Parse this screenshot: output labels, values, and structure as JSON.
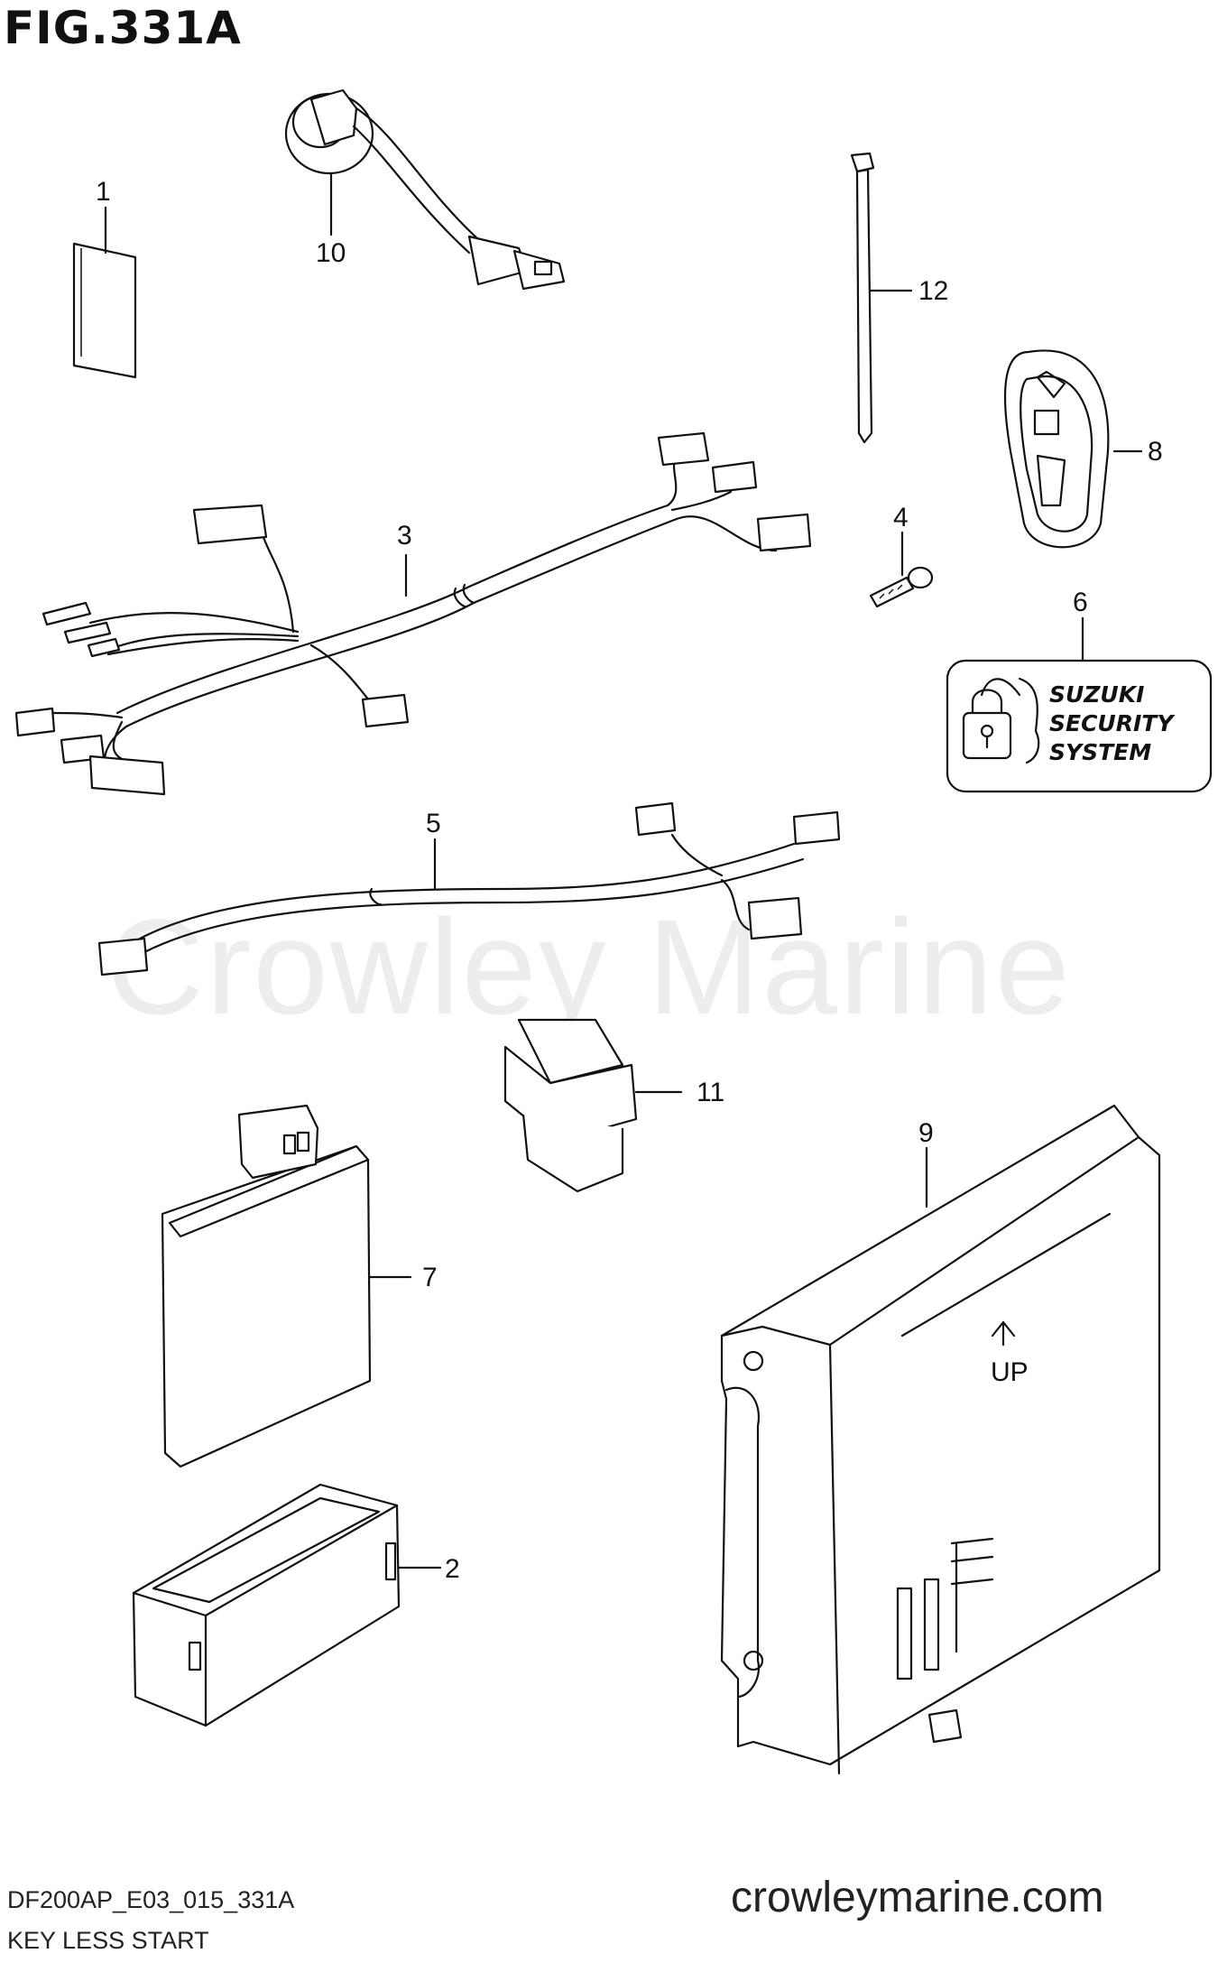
{
  "figure": {
    "title": "FIG.331A",
    "model_code": "DF200AP_E03_015_331A",
    "section_name": "KEY LESS START",
    "website": "crowleymarine.com",
    "watermark": "Crowley Marine"
  },
  "callouts": [
    {
      "id": "callout-1",
      "label": "1"
    },
    {
      "id": "callout-2",
      "label": "2"
    },
    {
      "id": "callout-3",
      "label": "3"
    },
    {
      "id": "callout-4",
      "label": "4"
    },
    {
      "id": "callout-5",
      "label": "5"
    },
    {
      "id": "callout-6",
      "label": "6"
    },
    {
      "id": "callout-7",
      "label": "7"
    },
    {
      "id": "callout-8",
      "label": "8"
    },
    {
      "id": "callout-9",
      "label": "9"
    },
    {
      "id": "callout-10",
      "label": "10"
    },
    {
      "id": "callout-11",
      "label": "11"
    },
    {
      "id": "callout-12",
      "label": "12"
    }
  ],
  "security_label": {
    "line1": "SUZUKI",
    "line2": "SECURITY",
    "line3": "SYSTEM"
  },
  "ecu_marking": "UP"
}
